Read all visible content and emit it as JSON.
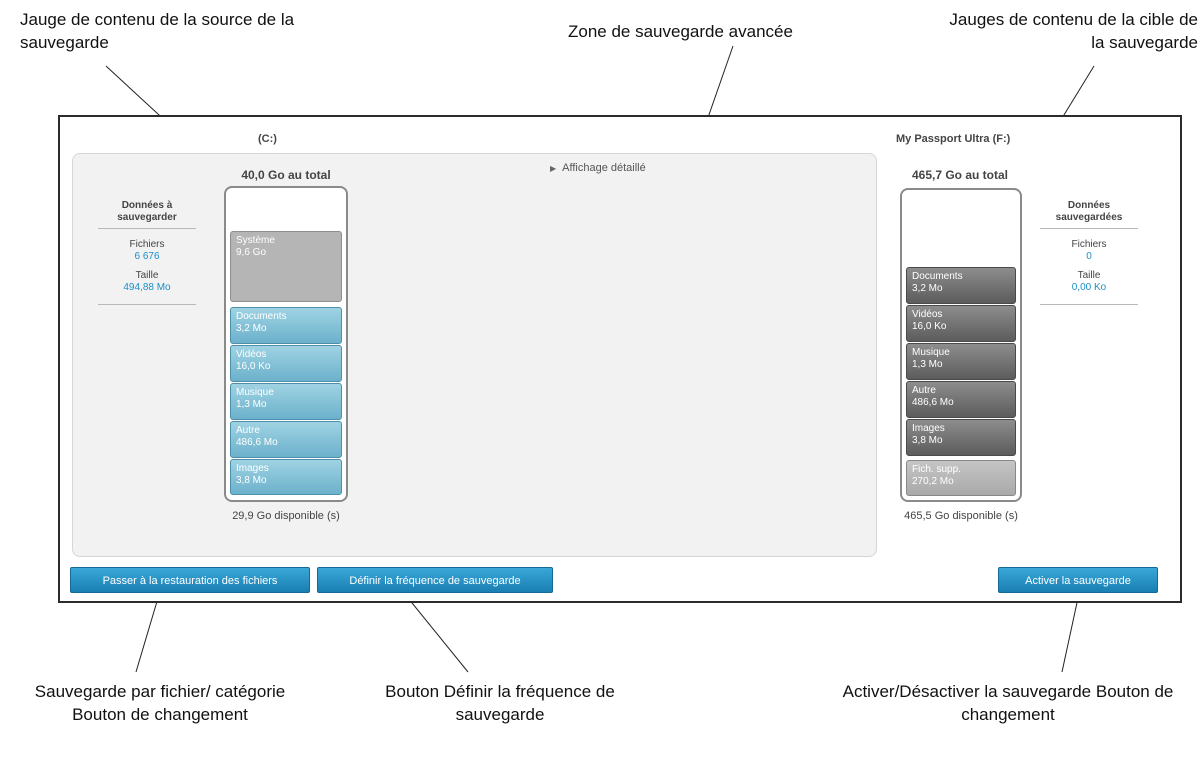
{
  "callouts": {
    "source_gauge": "Jauge de contenu de la source de la sauvegarde",
    "advanced_zone": "Zone de sauvegarde avancée",
    "target_gauges": "Jauges de contenu de la cible de la sauvegarde",
    "file_category_toggle": "Sauvegarde par fichier/ catégorie Bouton de changement",
    "frequency_button": "Bouton Définir la fréquence de sauvegarde",
    "enable_toggle": "Activer/Désactiver la sauvegarde Bouton de changement"
  },
  "source": {
    "drive": "(C:)",
    "total": "40,0 Go au total",
    "available": "29,9 Go disponible (s)",
    "side_title": "Données à sauvegarder",
    "files_label": "Fichiers",
    "files_value": "6 676",
    "size_label": "Taille",
    "size_value": "494,88 Mo",
    "segments": [
      {
        "name": "Système",
        "size": "9,6 Go"
      },
      {
        "name": "Documents",
        "size": "3,2 Mo"
      },
      {
        "name": "Vidéos",
        "size": "16,0 Ko"
      },
      {
        "name": "Musique",
        "size": "1,3 Mo"
      },
      {
        "name": "Autre",
        "size": "486,6 Mo"
      },
      {
        "name": "Images",
        "size": "3,8 Mo"
      }
    ]
  },
  "target": {
    "drive": "My Passport Ultra (F:)",
    "total": "465,7 Go au total",
    "available": "465,5 Go disponible (s)",
    "side_title": "Données sauvegardées",
    "files_label": "Fichiers",
    "files_value": "0",
    "size_label": "Taille",
    "size_value": "0,00 Ko",
    "segments": [
      {
        "name": "Documents",
        "size": "3,2 Mo"
      },
      {
        "name": "Vidéos",
        "size": "16,0 Ko"
      },
      {
        "name": "Musique",
        "size": "1,3 Mo"
      },
      {
        "name": "Autre",
        "size": "486,6 Mo"
      },
      {
        "name": "Images",
        "size": "3,8 Mo"
      },
      {
        "name": "Fich. supp.",
        "size": "270,2 Mo"
      }
    ]
  },
  "advanced_view_label": "Affichage détaillé",
  "buttons": {
    "restore": "Passer à la restauration des fichiers",
    "frequency": "Définir la fréquence de sauvegarde",
    "enable": "Activer la sauvegarde"
  },
  "colors": {
    "button_blue": "#1f8ac0",
    "value_blue": "#1a8fc9"
  }
}
